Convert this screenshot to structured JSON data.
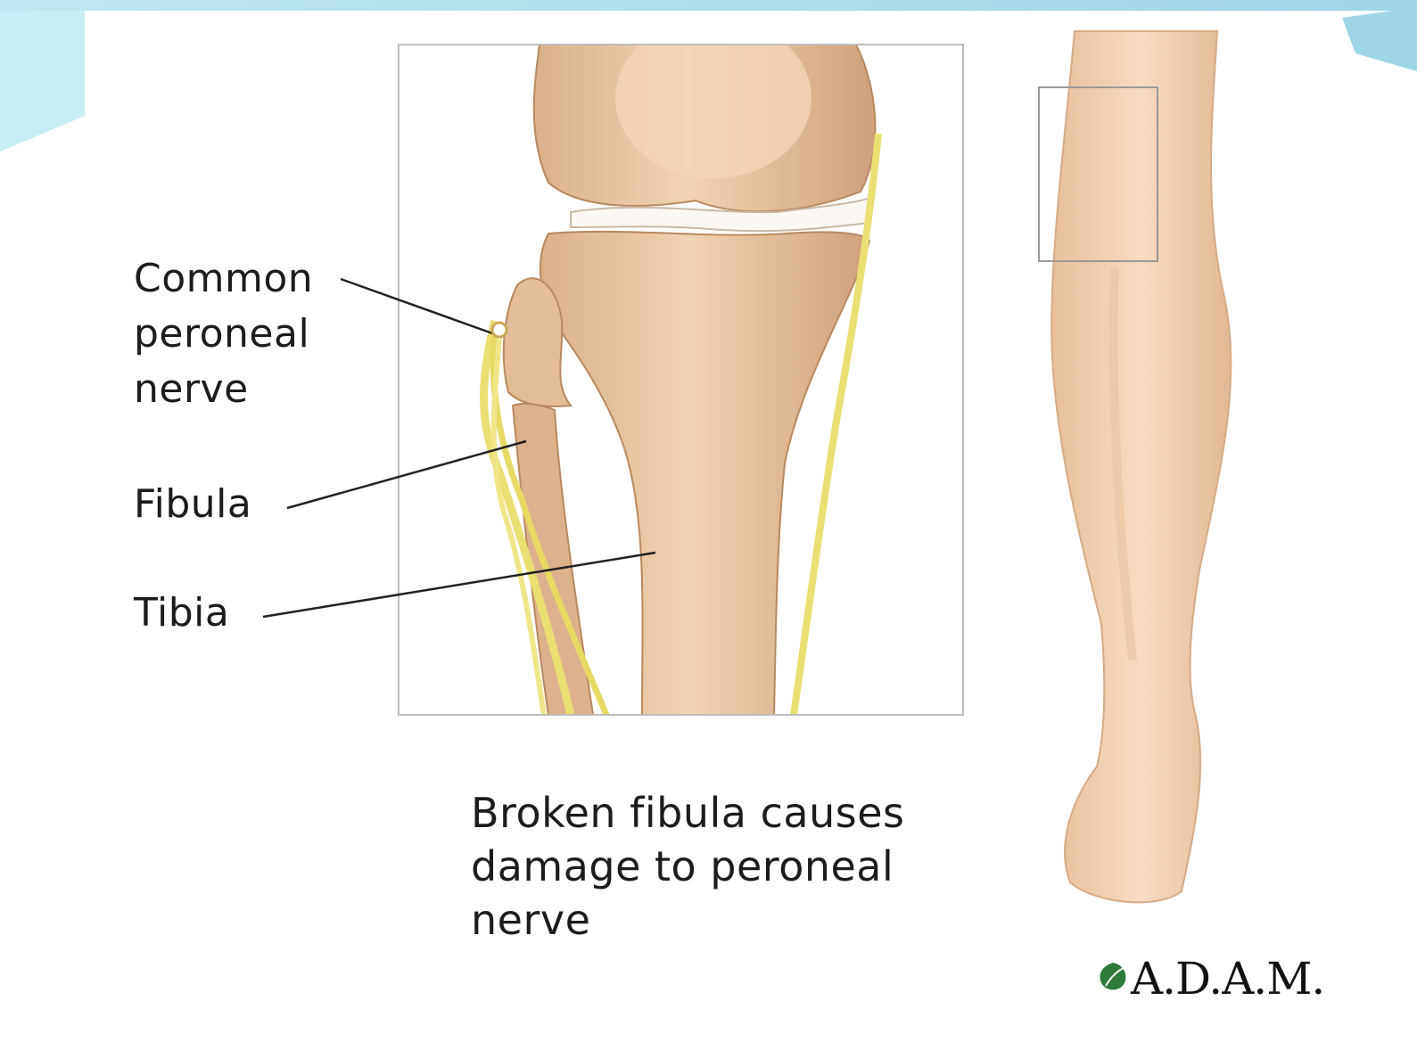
{
  "labels": {
    "common_peroneal_nerve": [
      "Common",
      "peroneal",
      "nerve"
    ],
    "fibula": "Fibula",
    "tibia": "Tibia"
  },
  "caption": [
    "Broken fibula causes",
    "damage to peroneal",
    "nerve"
  ],
  "logo": "A.D.A.M.",
  "colors": {
    "bone": "#e8c7a2",
    "bone_shadow": "#c99d76",
    "nerve": "#e9df72",
    "skin": "#f2d2b4",
    "frame_accent": "#9fd6e6"
  }
}
